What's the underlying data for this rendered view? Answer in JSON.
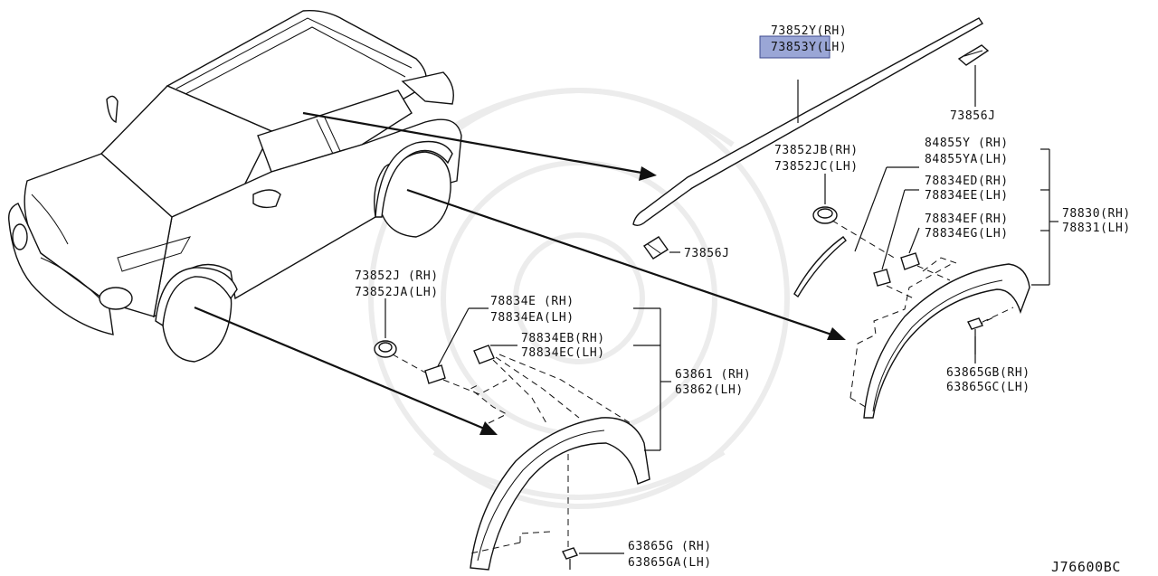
{
  "labels": {
    "p73852y": "73852Y(RH)",
    "p73853y": "73853Y(LH)",
    "p73856j_top": "73856J",
    "p73856j_mid": "73856J",
    "p73852jb": "73852JB(RH)",
    "p73852jc": "73852JC(LH)",
    "p84855y": "84855Y (RH)",
    "p84855ya": "84855YA(LH)",
    "p78834ed": "78834ED(RH)",
    "p78834ee": "78834EE(LH)",
    "p78834ef": "78834EF(RH)",
    "p78834eg": "78834EG(LH)",
    "p78830": "78830(RH)",
    "p78831": "78831(LH)",
    "p63865gb": "63865GB(RH)",
    "p63865gc": "63865GC(LH)",
    "p73852j": "73852J (RH)",
    "p73852ja": "73852JA(LH)",
    "p78834e": "78834E (RH)",
    "p78834ea": "78834EA(LH)",
    "p78834eb": "78834EB(RH)",
    "p78834ec": "78834EC(LH)",
    "p63861": "63861 (RH)",
    "p63862": "63862(LH)",
    "p63865g": "63865G (RH)",
    "p63865ga": "63865GA(LH)",
    "diagram_code": "J76600BC"
  },
  "highlight": {
    "part": "73853Y",
    "color": "#9aa6d6"
  }
}
